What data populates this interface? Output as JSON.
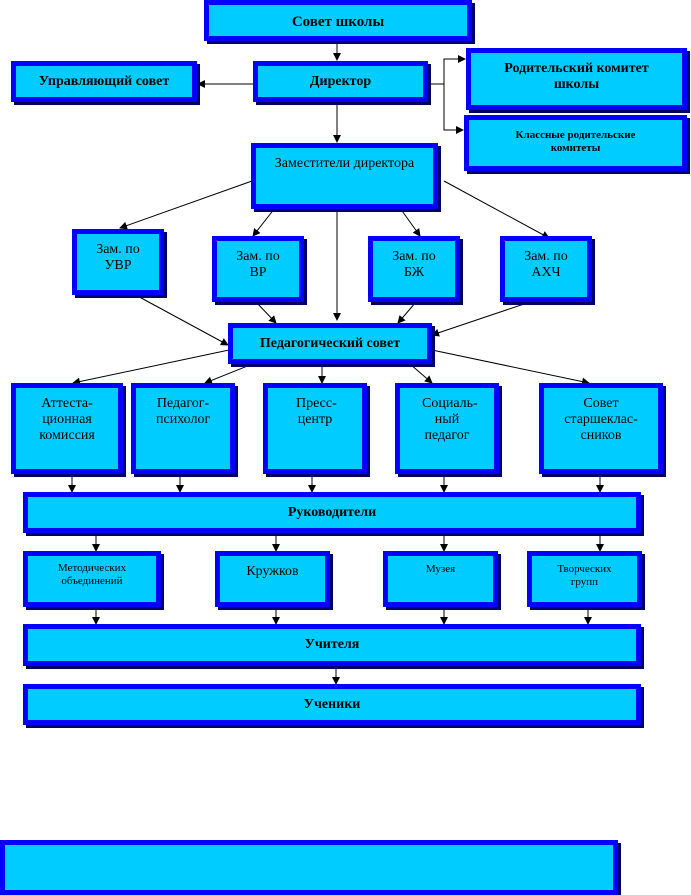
{
  "nodes": {
    "council": "Совет школы",
    "board": "Управляющий совет",
    "director": "Директор",
    "parent_committee": "Родительский комитет школы",
    "class_committees": "Классные родительские комитеты",
    "deputies": "Заместители директора",
    "dep_uvr": "Зам. по УВР",
    "dep_vr": "Зам. по ВР",
    "dep_bzh": "Зам. по БЖ",
    "dep_ahch": "Зам. по АХЧ",
    "ped_council": "Педагогический совет",
    "attest": "Аттеста-ционная комиссия",
    "psych": "Педагог-психолог",
    "press": "Пресс-центр",
    "social": "Социаль-ный педагог",
    "seniors": "Совет старшеклас-сников",
    "leaders": "Руководители",
    "methodic": "Методических объединений",
    "clubs": "Кружков",
    "museum": "Музея",
    "creative": "Творческих групп",
    "teachers": "Учителя",
    "students": "Ученики",
    "empty_bar": ""
  },
  "colors": {
    "fill": "#00ccff",
    "border": "#0000ff",
    "shadow": "#000066",
    "line": "#000000"
  }
}
